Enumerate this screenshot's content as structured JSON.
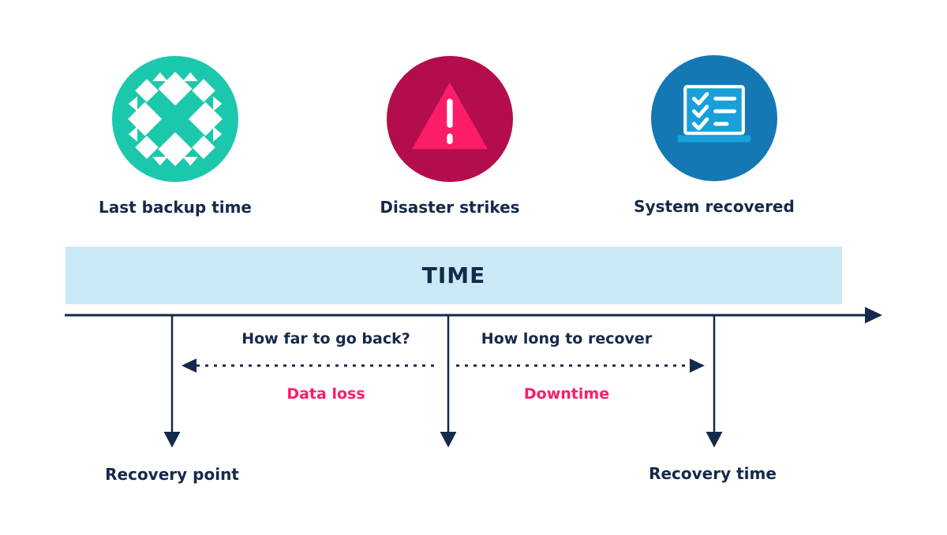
{
  "title": "Backup recovery timeline diagram (RPO / RTO)",
  "colors": {
    "navy_text": "#15294b",
    "teal_circle": "#1cc8ac",
    "crimson_circle": "#b30d4d",
    "pink_accent": "#fb1d68",
    "blue_circle": "#1478b5",
    "laptop_screen_blue": "#18a0da",
    "time_band_blue": "#c9e9f6",
    "background": "#ffffff"
  },
  "milestones": [
    {
      "label": "Last backup time",
      "icon": "backup-diamonds-icon"
    },
    {
      "label": "Disaster strikes",
      "icon": "warning-triangle-icon"
    },
    {
      "label": "System recovered",
      "icon": "laptop-checklist-icon"
    }
  ],
  "timeline": {
    "band_label": "TIME",
    "direction": "left-to-right",
    "drop_arrow_count": 3
  },
  "spans": [
    {
      "question": "How far to go back?",
      "consequence": "Data loss",
      "arrow_direction": "left"
    },
    {
      "question": "How long to recover",
      "consequence": "Downtime",
      "arrow_direction": "right"
    }
  ],
  "markers": [
    {
      "label": "Recovery point"
    },
    {
      "label": "Recovery time"
    }
  ]
}
